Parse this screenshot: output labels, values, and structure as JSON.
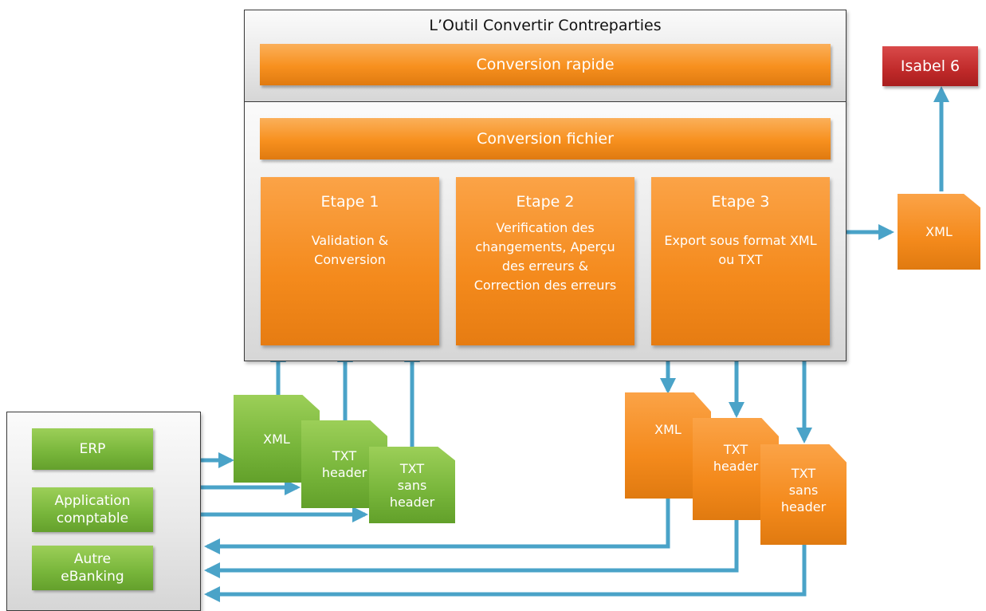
{
  "tool": {
    "title": "L’Outil Convertir Contreparties",
    "quick_conversion": "Conversion rapide",
    "file_conversion": "Conversion fichier"
  },
  "steps": [
    {
      "title": "Etape 1",
      "desc": "Validation & Conversion"
    },
    {
      "title": "Etape 2",
      "desc": "Verification des changements, Aperçu des erreurs & Correction des erreurs"
    },
    {
      "title": "Etape 3",
      "desc": "Export sous format XML ou TXT"
    }
  ],
  "sources": [
    "ERP",
    "Application comptable",
    "Autre eBanking"
  ],
  "input_files": [
    "XML",
    "TXT header",
    "TXT sans header"
  ],
  "output_files": [
    "XML",
    "TXT header",
    "TXT sans header"
  ],
  "export_file": "XML",
  "target": "Isabel 6",
  "colors": {
    "orange": "#f48a1c",
    "green": "#77b53a",
    "red": "#c02a2a",
    "arrow": "#4aa3c8",
    "panel_border": "#3a3a3a"
  }
}
